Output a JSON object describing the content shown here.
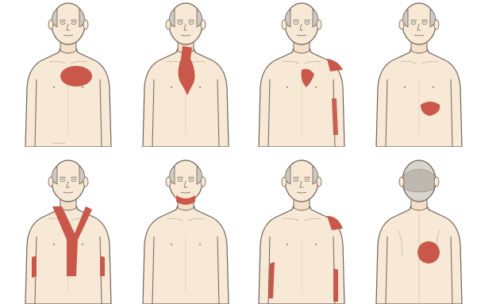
{
  "image": {
    "description_free": true,
    "palette": {
      "background": "#ffffff",
      "skin": "#f8e9d6",
      "skin_shadow": "#ead3b8",
      "outline": "#6e6259",
      "hair": "#cfc8bf",
      "pain": "#c9584a"
    },
    "caption_fragment": "~~~~"
  },
  "figures": [
    {
      "id": "fig-1",
      "view": "front",
      "pain_regions": [
        "center-chest"
      ]
    },
    {
      "id": "fig-2",
      "view": "front",
      "pain_regions": [
        "neck-to-sternum"
      ]
    },
    {
      "id": "fig-3",
      "view": "front",
      "pain_regions": [
        "left-chest",
        "left-shoulder",
        "left-arm"
      ]
    },
    {
      "id": "fig-4",
      "view": "front",
      "pain_regions": [
        "upper-abdomen"
      ]
    },
    {
      "id": "fig-5",
      "view": "front",
      "pain_regions": [
        "neck-to-sternum-cross",
        "both-arms"
      ]
    },
    {
      "id": "fig-6",
      "view": "front",
      "pain_regions": [
        "jaw-neck"
      ]
    },
    {
      "id": "fig-7",
      "view": "front",
      "pain_regions": [
        "left-shoulder",
        "left-arm",
        "right-forearm"
      ]
    },
    {
      "id": "fig-8",
      "view": "back",
      "pain_regions": [
        "mid-back"
      ]
    }
  ]
}
